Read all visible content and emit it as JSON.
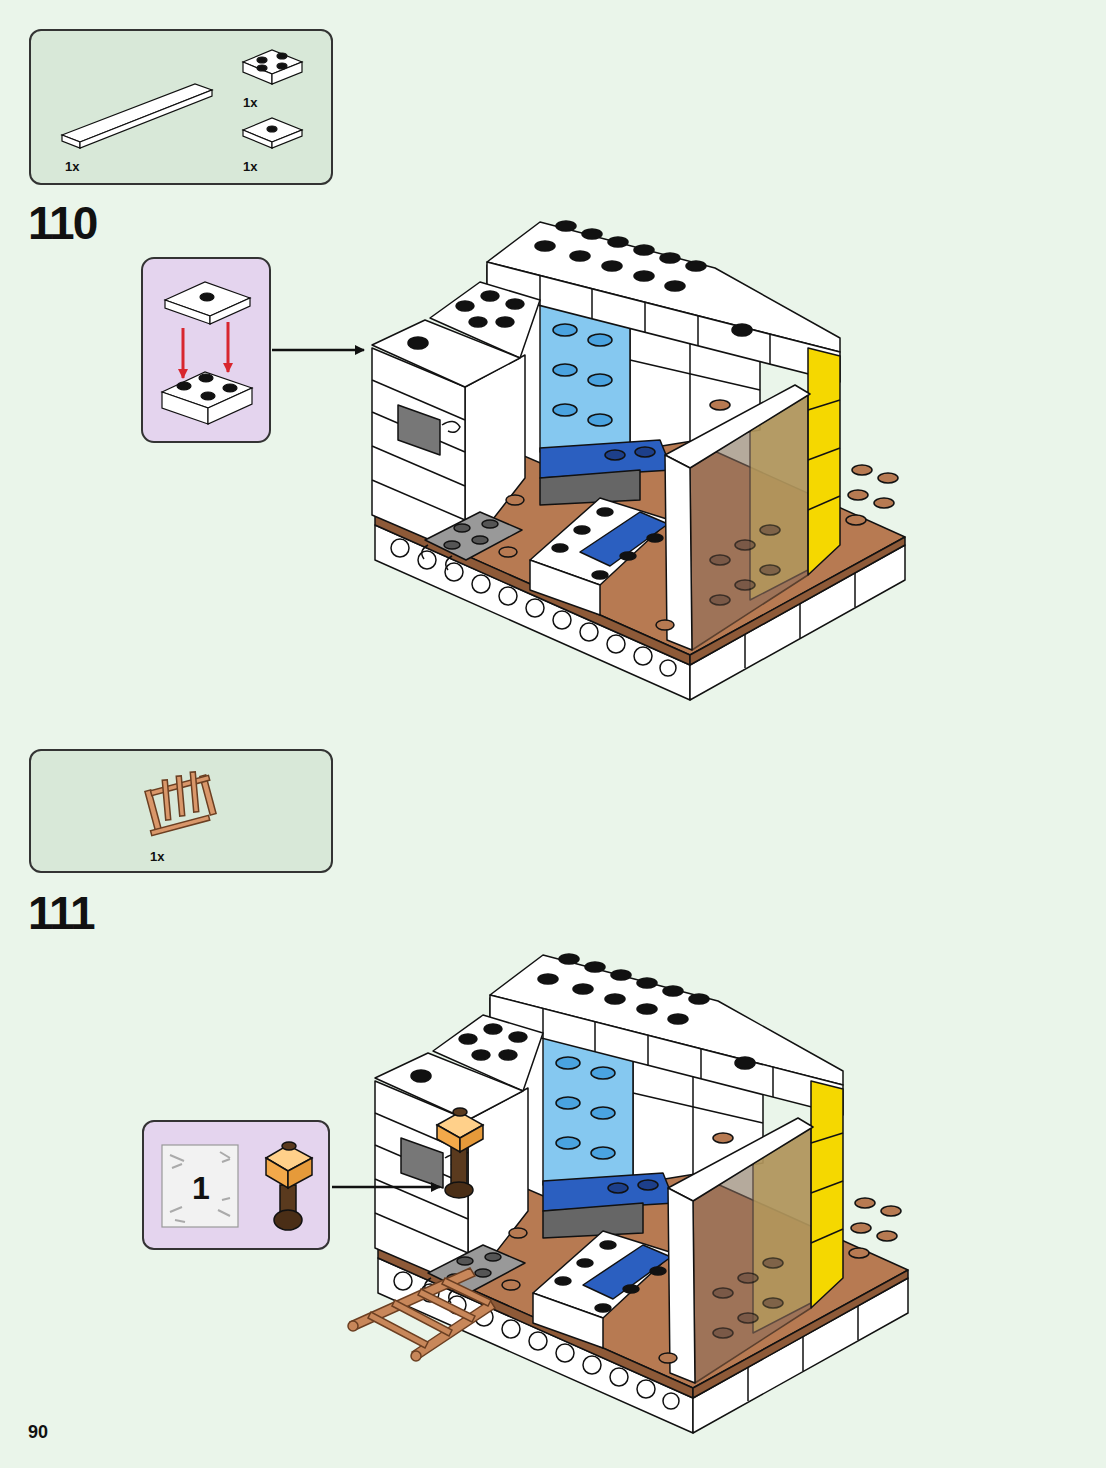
{
  "diagram": {
    "nodes": [
      {
        "text": [
          "1x",
          "1x",
          "1x"
        ]
      },
      {
        "text": [
          "1x"
        ]
      },
      {
        "text": [
          "1"
        ]
      }
    ],
    "labels": [
      "110",
      "111",
      "90"
    ]
  }
}
